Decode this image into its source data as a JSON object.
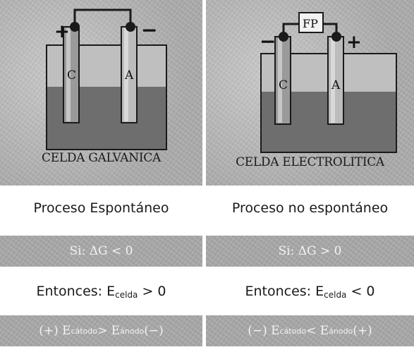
{
  "galvanic": {
    "caption": "CELDA GALVANICA",
    "electrode_left": "C",
    "electrode_right": "A",
    "sign_left": "+",
    "sign_right": "−",
    "process": "Proceso Espontáneo",
    "condition": "Si: ΔG < 0",
    "then_prefix": "Entonces: E",
    "then_sub": "celda",
    "then_suffix": " > 0",
    "relation": {
      "sign_left": "(+) E",
      "cathode_sub": "cátodo",
      "op": " > E",
      "anode_sub": "ánodo",
      "sign_right": " (−)"
    }
  },
  "electrolytic": {
    "caption": "CELDA ELECTROLITICA",
    "power_source": "FP",
    "electrode_left": "C",
    "electrode_right": "A",
    "sign_left": "−",
    "sign_right": "+",
    "process": "Proceso no espontáneo",
    "condition": "Si: ΔG > 0",
    "then_prefix": "Entonces: E",
    "then_sub": "celda",
    "then_suffix": " < 0",
    "relation": {
      "sign_left": "(−) E",
      "cathode_sub": "cátodo",
      "op": " < E",
      "anode_sub": "ánodo",
      "sign_right": " (+)"
    }
  }
}
